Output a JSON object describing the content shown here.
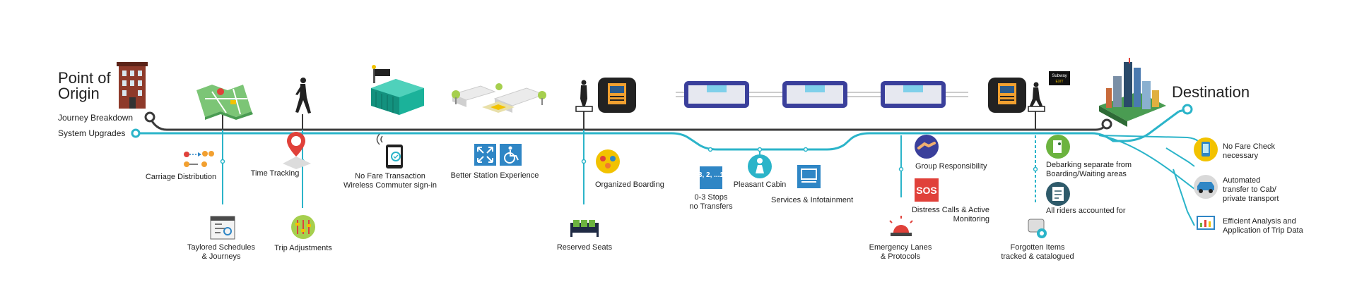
{
  "colors": {
    "journey_line": "#3a3a3a",
    "system_line": "#2bb4c9",
    "accent_red": "#e0413a",
    "accent_yellow": "#f2c200",
    "accent_green": "#6cb33f",
    "accent_blue": "#2f86c5",
    "train_blue": "#3a3f9b"
  },
  "origin": {
    "title_line1": "Point of",
    "title_line2": "Origin"
  },
  "destination": {
    "title": "Destination"
  },
  "rows": {
    "journey": "Journey Breakdown",
    "system": "System Upgrades"
  },
  "features": {
    "carriage_distribution": "Carriage Distribution",
    "tailored_schedules_1": "Taylored Schedules",
    "tailored_schedules_2": "& Journeys",
    "time_tracking": "Time Tracking",
    "trip_adjustments": "Trip Adjustments",
    "no_fare_1": "No Fare Transaction",
    "no_fare_2": "Wireless Commuter sign-in",
    "better_station": "Better Station Experience",
    "organized_boarding": "Organized Boarding",
    "reserved_seats": "Reserved Seats",
    "stops_icon": "3, 2, ...1",
    "stops_1": "0-3 Stops",
    "stops_2": "no Transfers",
    "pleasant_cabin": "Pleasant Cabin",
    "services": "Services & Infotainment",
    "group_responsibility": "Group Responsibility",
    "sos_badge": "SOS",
    "distress_1": "Distress Calls & Active",
    "distress_2": "Monitoring",
    "emergency_1": "Emergency Lanes",
    "emergency_2": "& Protocols",
    "debarking_1": "Debarking separate from",
    "debarking_2": "Boarding/Waiting areas",
    "riders_accounted": "All riders accounted for",
    "forgotten_1": "Forgotten Items",
    "forgotten_2": "tracked & catalogued",
    "no_fare_check_1": "No Fare Check",
    "no_fare_check_2": "necessary",
    "automated_1": "Automated",
    "automated_2": "transfer to Cab/",
    "automated_3": "private transport",
    "efficient_1": "Efficient Analysis and",
    "efficient_2": "Application of Trip Data"
  },
  "exit_sign": {
    "line1": "Subway",
    "line2": "EXIT"
  },
  "icons": [
    "origin-building-icon",
    "city-map-icon",
    "walking-person-icon",
    "turnstile-gate-icon",
    "station-benches-icon",
    "train-front-icon",
    "train-carriage-icon",
    "skyline-icon",
    "carriage-distribution-icon",
    "schedule-icon",
    "location-pin-icon",
    "adjust-sliders-icon",
    "phone-checkin-icon",
    "expand-arrows-icon",
    "wheelchair-icon",
    "boarding-group-icon",
    "reserved-seats-icon",
    "countdown-icon",
    "person-cabin-icon",
    "infotainment-icon",
    "handshake-icon",
    "sos-icon",
    "alarm-light-icon",
    "exit-person-icon",
    "checklist-icon",
    "lost-bag-icon",
    "phone-pay-icon",
    "cab-icon",
    "data-analysis-icon"
  ]
}
